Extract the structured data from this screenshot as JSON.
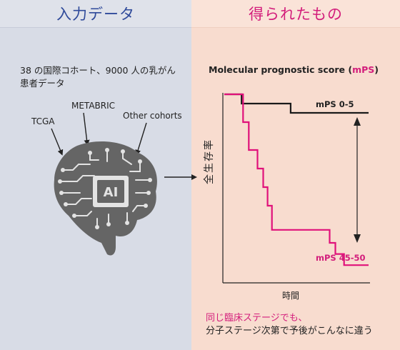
{
  "left_panel": {
    "title": "入力データ",
    "description": "38 の国際コホート、9000 人の乳がん患者データ",
    "labels": {
      "tcga": "TCGA",
      "metabric": "METABRIC",
      "other": "Other cohorts"
    },
    "chip_text": "AI"
  },
  "right_panel": {
    "title": "得られたもの",
    "conclusion_line1": "同じ臨床ステージでも、",
    "conclusion_line2": "分子ステージ次第で予後がこんなに違う"
  },
  "chart_data": {
    "type": "line",
    "title_prefix": "Molecular prognostic score (",
    "title_accent": "mPS",
    "title_suffix": ")",
    "xlabel": "時間",
    "ylabel": "全生存率",
    "ylim": [
      0,
      1
    ],
    "xlim": [
      0,
      10
    ],
    "series": [
      {
        "name": "mPS 0-5",
        "color": "#1a1a1a",
        "points": [
          [
            0,
            1.0
          ],
          [
            1.2,
            1.0
          ],
          [
            1.2,
            0.95
          ],
          [
            4.6,
            0.95
          ],
          [
            4.6,
            0.9
          ],
          [
            10,
            0.9
          ]
        ]
      },
      {
        "name": "mPS 45-50",
        "color": "#e0117a",
        "points": [
          [
            0,
            1.0
          ],
          [
            1.3,
            1.0
          ],
          [
            1.3,
            0.85
          ],
          [
            1.7,
            0.85
          ],
          [
            1.7,
            0.7
          ],
          [
            2.3,
            0.7
          ],
          [
            2.3,
            0.6
          ],
          [
            2.7,
            0.6
          ],
          [
            2.7,
            0.5
          ],
          [
            3.0,
            0.5
          ],
          [
            3.0,
            0.4
          ],
          [
            3.3,
            0.4
          ],
          [
            3.3,
            0.27
          ],
          [
            7.3,
            0.27
          ],
          [
            7.3,
            0.2
          ],
          [
            7.7,
            0.2
          ],
          [
            7.7,
            0.14
          ],
          [
            8.3,
            0.14
          ],
          [
            8.3,
            0.08
          ],
          [
            10,
            0.08
          ]
        ]
      }
    ]
  }
}
